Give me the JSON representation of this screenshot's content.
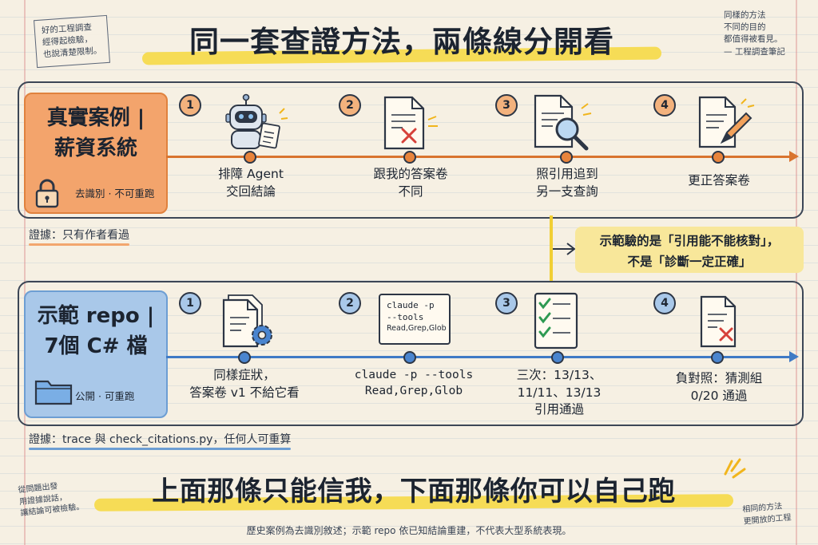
{
  "title": "同一套查證方法，兩條線分開看",
  "corner_notes": {
    "top_left": [
      "好的工程調查",
      "經得起檢驗，",
      "也說清楚限制。"
    ],
    "top_right": [
      "同樣的方法",
      "不同的目的",
      "都值得被看見。",
      "— 工程調查筆記"
    ],
    "bottom_left": [
      "從問題出發",
      "用證據說話，",
      "讓結論可被檢驗。"
    ],
    "bottom_right": [
      "相同的方法",
      "更開放的工程"
    ]
  },
  "case_real": {
    "name_lines": [
      "真實案例 |",
      "薪資系統"
    ],
    "badge": "去識別 · 不可重跑",
    "steps": [
      {
        "num": "1",
        "icon": "robot-icon",
        "lines": [
          "排障 Agent",
          "交回結論"
        ]
      },
      {
        "num": "2",
        "icon": "wrong-answer-document-icon",
        "lines": [
          "跟我的答案卷",
          "不同"
        ]
      },
      {
        "num": "3",
        "icon": "search-document-icon",
        "lines": [
          "照引用追到",
          "另一支查詢"
        ]
      },
      {
        "num": "4",
        "icon": "edit-document-icon",
        "lines": [
          "更正答案卷"
        ]
      }
    ],
    "evidence": "證據：只有作者看過"
  },
  "case_demo": {
    "name_lines": [
      "示範 repo |",
      "7個 C# 檔"
    ],
    "badge": "公開 · 可重跑",
    "steps": [
      {
        "num": "1",
        "icon": "document-gear-icon",
        "lines": [
          "同樣症狀，",
          "答案卷 v1 不給它看"
        ]
      },
      {
        "num": "2",
        "icon": "terminal-card-icon",
        "card_lines": [
          "claude -p",
          "--tools",
          "Read,Grep,Glob"
        ],
        "lines": [
          "claude -p --tools",
          "Read,Grep,Glob"
        ]
      },
      {
        "num": "3",
        "icon": "checklist-icon",
        "lines": [
          "三次：13/13、",
          "11/11、13/13",
          "引用通過"
        ]
      },
      {
        "num": "4",
        "icon": "wrong-document-icon",
        "lines": [
          "負對照：猜測組",
          "0/20 通過"
        ]
      }
    ],
    "evidence": "證據：trace 與 check_citations.py，任何人可重算"
  },
  "callout": [
    "示範驗的是「引用能不能核對」，",
    "不是「診斷一定正確」"
  ],
  "bottom_title": "上面那條只能信我，下面那條你可以自己跑",
  "footnote": "歷史案例為去識別敘述；示範 repo 依已知結論重建，不代表大型系統表現。",
  "colors": {
    "orange": "#f3a46c",
    "orange_line": "#d9742f",
    "blue": "#a9c8e9",
    "blue_line": "#3f7ac5",
    "highlight": "#f6dc56",
    "callout": "#f8e79a"
  }
}
